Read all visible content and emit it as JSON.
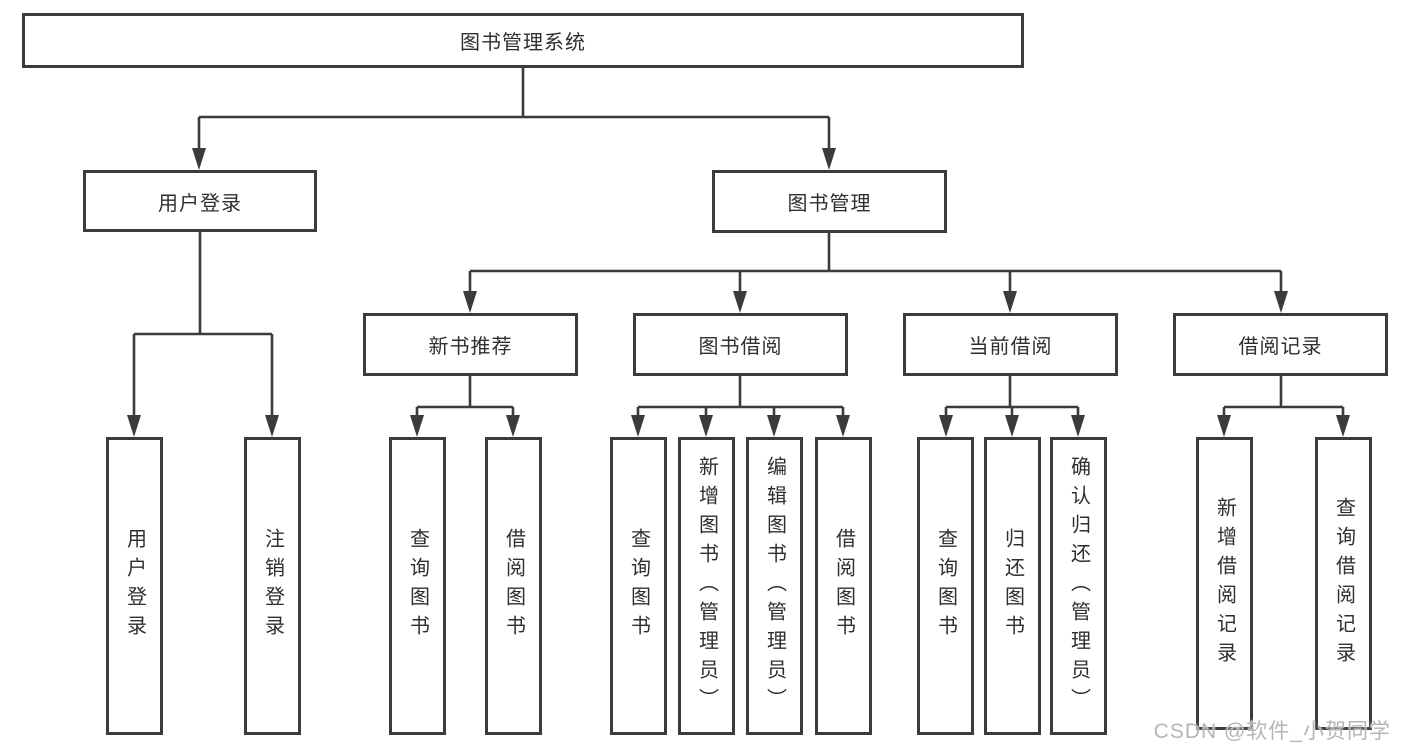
{
  "theme": {
    "line_color": "#3b3b3b",
    "text_color": "#2f2f2f",
    "bg_color": "#ffffff",
    "watermark_color": "#b5b5b5"
  },
  "diagram": {
    "root": "图书管理系统",
    "level2": {
      "user_login": "用户登录",
      "book_management": "图书管理"
    },
    "level3": {
      "new_book_recommend": "新书推荐",
      "book_borrowing": "图书借阅",
      "current_borrowing": "当前借阅",
      "borrowing_records": "借阅记录"
    },
    "leaves": {
      "user_login": [
        "用户登录",
        "注销登录"
      ],
      "new_book_recommend": [
        "查询图书",
        "借阅图书"
      ],
      "book_borrowing": [
        "查询图书",
        "新增图书（管理员）",
        "编辑图书（管理员）",
        "借阅图书"
      ],
      "current_borrowing": [
        "查询图书",
        "归还图书",
        "确认归还（管理员）"
      ],
      "borrowing_records": [
        "新增借阅记录",
        "查询借阅记录"
      ]
    }
  },
  "watermark": "CSDN @软件_小贺同学"
}
